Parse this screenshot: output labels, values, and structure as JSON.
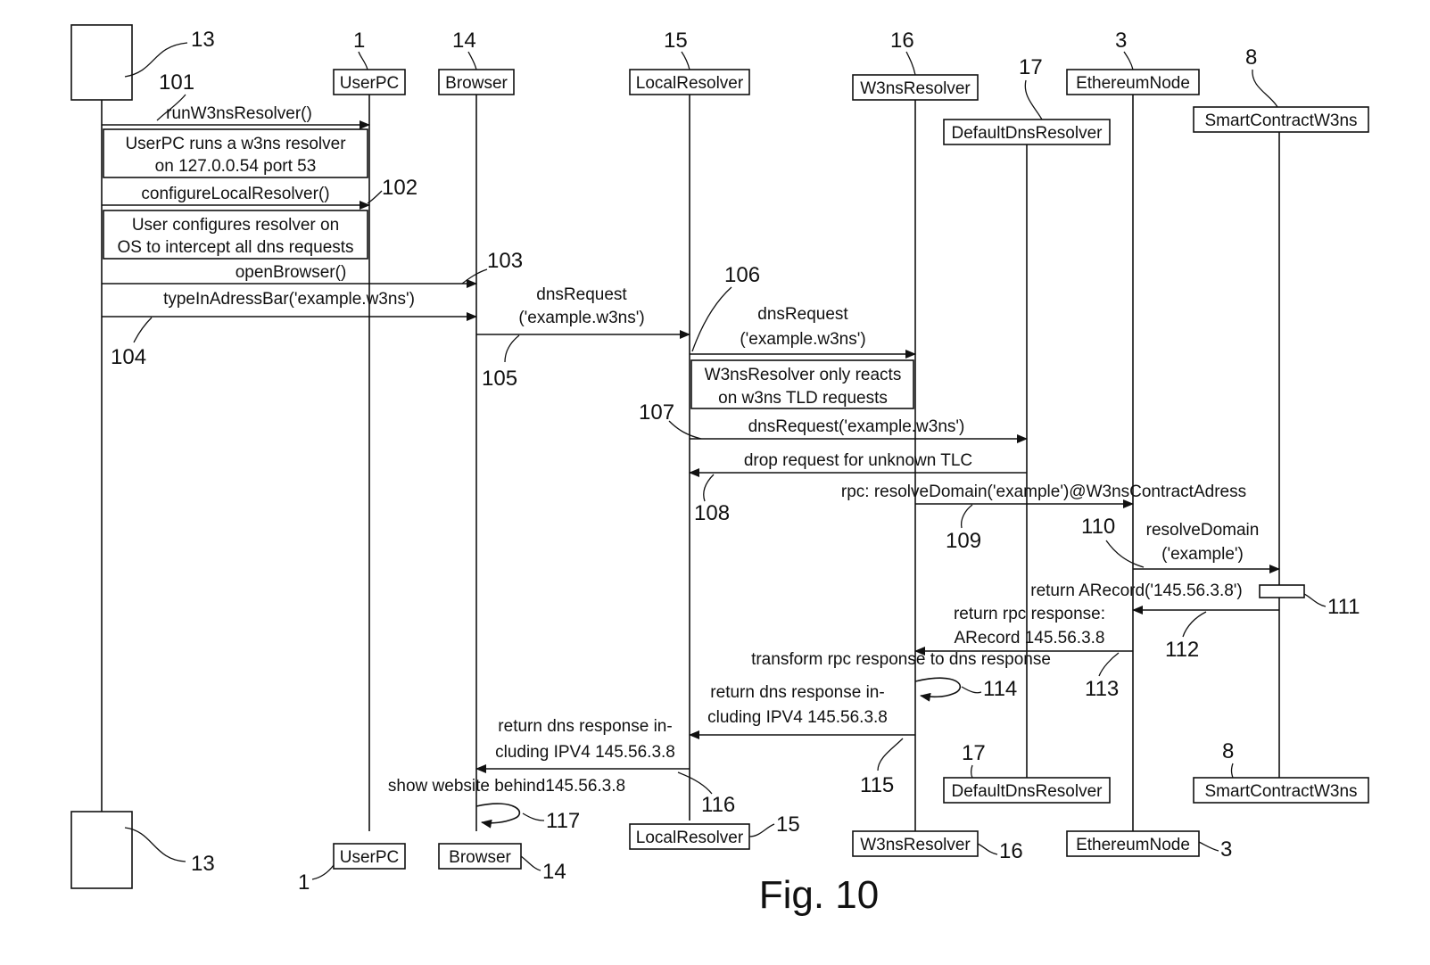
{
  "figure": {
    "caption": "Fig. 10"
  },
  "participants": {
    "user_ref": "13",
    "userpc": {
      "name": "UserPC",
      "ref": "1"
    },
    "browser": {
      "name": "Browser",
      "ref": "14"
    },
    "localresolver": {
      "name": "LocalResolver",
      "ref": "15"
    },
    "w3nsresolver": {
      "name": "W3nsResolver",
      "ref": "16"
    },
    "defaultdns": {
      "name": "DefaultDnsResolver",
      "ref": "17"
    },
    "ethereum": {
      "name": "EthereumNode",
      "ref": "3"
    },
    "smartcontract": {
      "name": "SmartContractW3ns",
      "ref": "8"
    }
  },
  "messages": [
    {
      "ref": "101",
      "lines": [
        "runW3nsResolver()"
      ]
    },
    {
      "ref": "102",
      "lines": [
        "configureLocalResolver()"
      ]
    },
    {
      "ref": "103",
      "lines": [
        "openBrowser()"
      ]
    },
    {
      "ref": "104",
      "lines": [
        "typeInAdressBar('example.w3ns')"
      ]
    },
    {
      "ref": "105",
      "lines": [
        "dnsRequest",
        "('example.w3ns')"
      ]
    },
    {
      "ref": "106",
      "lines": [
        "dnsRequest",
        "('example.w3ns')"
      ]
    },
    {
      "ref": "107",
      "lines": [
        "dnsRequest('example.w3ns')"
      ]
    },
    {
      "ref": "108",
      "lines": [
        "drop request for unknown TLC"
      ]
    },
    {
      "ref": "109",
      "lines": [
        "rpc: resolveDomain('example')@W3nsContractAdress"
      ]
    },
    {
      "ref": "110",
      "lines": [
        "resolveDomain",
        "('example')"
      ]
    },
    {
      "ref": "111",
      "lines": [
        "return ARecord('145.56.3.8')"
      ]
    },
    {
      "ref": "112",
      "lines": [
        "return rpc response:",
        "ARecord 145.56.3.8"
      ]
    },
    {
      "ref": "113",
      "lines": []
    },
    {
      "ref": "114",
      "lines": [
        "transform rpc response to dns response"
      ]
    },
    {
      "ref": "115",
      "lines": [
        "return dns response in-",
        "cluding IPV4 145.56.3.8"
      ]
    },
    {
      "ref": "116",
      "lines": [
        "return dns response in-",
        "cluding IPV4 145.56.3.8"
      ]
    },
    {
      "ref": "117",
      "lines": [
        "show website behind145.56.3.8"
      ]
    }
  ],
  "notes": [
    {
      "lines": [
        "UserPC runs a w3ns resolver",
        "on 127.0.0.54 port 53"
      ]
    },
    {
      "lines": [
        "User configures resolver on",
        "OS to intercept all dns requests"
      ]
    },
    {
      "lines": [
        "W3nsResolver only reacts",
        "on w3ns TLD requests"
      ]
    }
  ]
}
